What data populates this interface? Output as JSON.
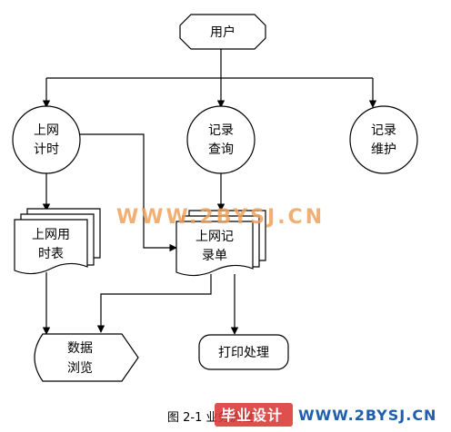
{
  "nodes": {
    "user": "用户",
    "online_timer_l1": "上网",
    "online_timer_l2": "计时",
    "record_query_l1": "记录",
    "record_query_l2": "查询",
    "record_maint_l1": "记录",
    "record_maint_l2": "维护",
    "online_timetable_l1": "上网用",
    "online_timetable_l2": "时表",
    "online_record_l1": "上网记",
    "online_record_l2": "录单",
    "data_browse_l1": "数据",
    "data_browse_l2": "浏览",
    "print_process": "打印处理"
  },
  "caption": "图 2-1 业务流程",
  "watermarks": {
    "center": "WWW.2BYSJ.CN",
    "bottom_logo": "毕业设计",
    "bottom_url": "WWW.2BYSJ.CN"
  },
  "colors": {
    "line": "#000000",
    "watermark_orange": "#f0a15a",
    "watermark_blue": "#1f5fae",
    "logo_red": "#d9302e"
  }
}
